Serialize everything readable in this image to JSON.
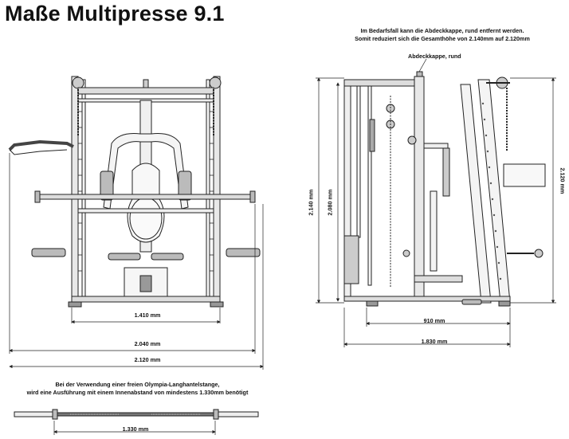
{
  "title": "Maße Multipresse 9.1",
  "top_note": {
    "line1": "Im Bedarfsfall kann die Abdeckkappe, rund entfernt werden.",
    "line2": "Somit reduziert sich die Gesamthöhe von 2.140mm auf 2.120mm"
  },
  "cap_label": "Abdeckkappe, rund",
  "front_view": {
    "dim_inner": "1.410 mm",
    "dim_mid": "2.040 mm",
    "dim_outer": "2.120 mm"
  },
  "side_view": {
    "dim_height_total": "2.140 mm",
    "dim_height_frame": "2.080 mm",
    "dim_height_right": "2.120 mm",
    "dim_base": "910 mm",
    "dim_depth": "1.830 mm"
  },
  "bottom_note": {
    "line1": "Bei der Verwendung einer freien Olympia-Langhantelstange,",
    "line2": "wird eine Ausführung mit einem Innenabstand von mindestens 1.330mm benötigt"
  },
  "barbell": {
    "dim": "1.330 mm"
  }
}
